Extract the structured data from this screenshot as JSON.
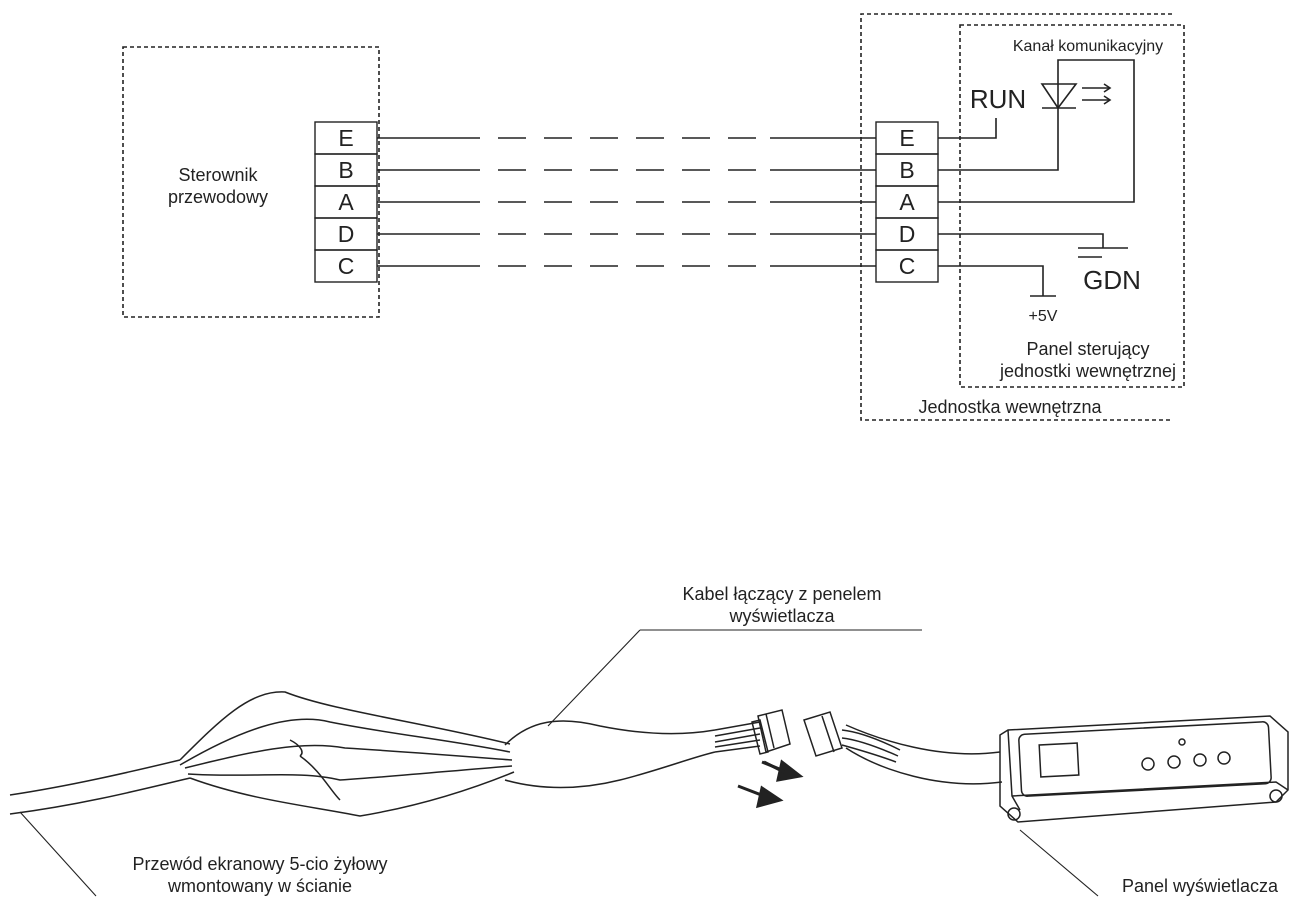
{
  "schematic": {
    "controller_label_line1": "Sterownik",
    "controller_label_line2": "przewodowy",
    "terminals": [
      "E",
      "B",
      "A",
      "D",
      "C"
    ],
    "channel_label": "Kanał komunikacyjny",
    "run_label": "RUN",
    "ground_label": "GDN",
    "plus5v_label": "+5V",
    "panel_label_line1": "Panel sterujący",
    "panel_label_line2": "jednostki wewnętrznej",
    "indoor_unit_label": "Jednostka wewnętrzna"
  },
  "assembly": {
    "cable_label_line1": "Kabel łączący z penelem",
    "cable_label_line2": "wyświetlacza",
    "wire_label_line1": "Przewód ekranowy 5-cio żyłowy",
    "wire_label_line2": "wmontowany w ścianie",
    "display_panel_label": "Panel wyświetlacza"
  }
}
